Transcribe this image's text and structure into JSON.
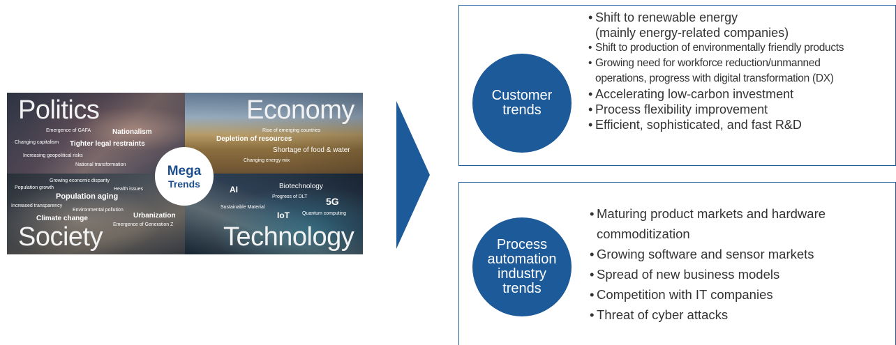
{
  "collage": {
    "politics": {
      "title": "Politics",
      "terms": [
        "Emergence of GAFA",
        "Nationalism",
        "Changing capitalism",
        "Tighter legal restraints",
        "Increasing geopolitical risks",
        "National transformation"
      ]
    },
    "economy": {
      "title": "Economy",
      "terms": [
        "Rise of emerging countries",
        "Depletion of resources",
        "Shortage of food & water",
        "Changing energy mix"
      ]
    },
    "society": {
      "title": "Society",
      "terms": [
        "Growing economic disparity",
        "Population growth",
        "Health issues",
        "Population aging",
        "Increased transparency",
        "Environmental pollution",
        "Climate change",
        "Urbanization",
        "Emergence of Generation Z"
      ]
    },
    "technology": {
      "title": "Technology",
      "terms": [
        "AI",
        "Biotechnology",
        "Progress of DLT",
        "5G",
        "Sustainable Material",
        "IoT",
        "Quantum computing"
      ]
    },
    "center": {
      "line1": "Mega",
      "line2": "Trends"
    }
  },
  "customer_trends": {
    "title_line1": "Customer",
    "title_line2": "trends",
    "items": [
      "Shift to renewable energy",
      "(mainly energy-related companies)",
      "Shift to production of environmentally friendly products",
      "Growing need for workforce reduction/unmanned",
      "operations, progress with digital transformation (DX)",
      "Accelerating low-carbon investment",
      "Process flexibility improvement",
      "Efficient, sophisticated, and fast R&D"
    ]
  },
  "industry_trends": {
    "title_line1": "Process",
    "title_line2": "automation",
    "title_line3": "industry",
    "title_line4": "trends",
    "items": [
      "Maturing product markets and hardware",
      "commoditization",
      "Growing software and sensor markets",
      "Spread of new business models",
      "Competition with IT companies",
      "Threat of cyber attacks"
    ]
  },
  "colors": {
    "accent": "#1d5a9a",
    "border": "#1f5b9c",
    "text": "#333333"
  }
}
